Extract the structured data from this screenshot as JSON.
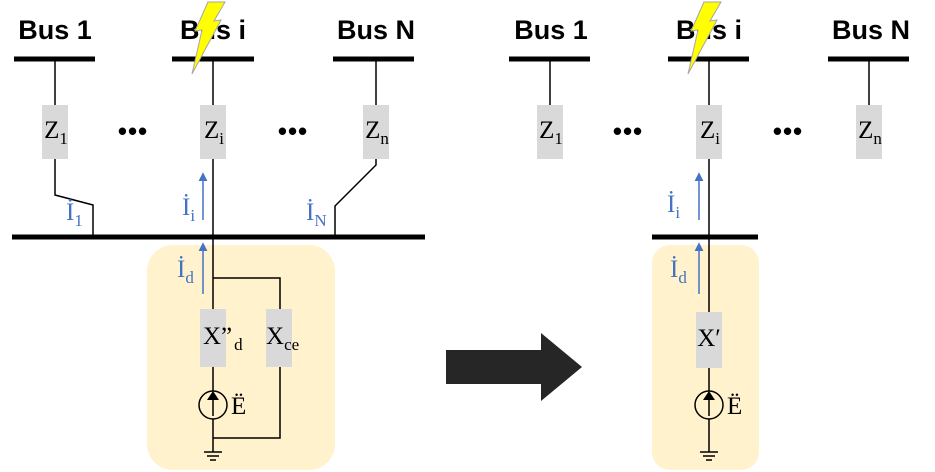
{
  "colors": {
    "bus": "#000000",
    "impedance_box": "#D9D9D9",
    "current_arrow": "#4472C4",
    "generator_panel": "#FFF2CC",
    "fault_bolt": "#FFFF00",
    "transition_arrow": "#262626"
  },
  "left": {
    "buses": [
      "Bus 1",
      "Bus i",
      "Bus N"
    ],
    "impedances": [
      {
        "main": "Z",
        "sub": "1"
      },
      {
        "main": "Z",
        "sub": "i"
      },
      {
        "main": "Z",
        "sub": "n"
      }
    ],
    "ellipsis": "•••",
    "currents": [
      {
        "main": "İ",
        "sub": "1"
      },
      {
        "main": "İ",
        "sub": "i"
      },
      {
        "main": "İ",
        "sub": "N"
      }
    ],
    "generator_current": {
      "main": "İ",
      "sub": "d"
    },
    "reactance_d": {
      "main": "X”",
      "sub": "d"
    },
    "reactance_ce": {
      "main": "X",
      "sub": "ce"
    },
    "source": "Ë"
  },
  "right": {
    "buses": [
      "Bus 1",
      "Bus i",
      "Bus N"
    ],
    "impedances": [
      {
        "main": "Z",
        "sub": "1"
      },
      {
        "main": "Z",
        "sub": "i"
      },
      {
        "main": "Z",
        "sub": "n"
      }
    ],
    "ellipsis": "•••",
    "current_i": {
      "main": "İ",
      "sub": "i"
    },
    "generator_current": {
      "main": "İ",
      "sub": "d"
    },
    "reactance": "X′",
    "source": "Ë"
  },
  "icons": [
    "lightning-bolt-icon",
    "current-source-icon",
    "ground-icon",
    "right-arrow-icon"
  ]
}
